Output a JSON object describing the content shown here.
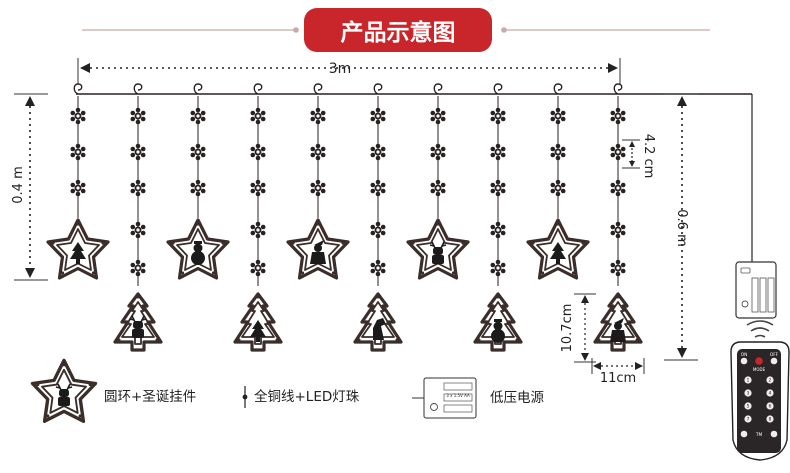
{
  "title": "产品示意图",
  "dimensions": {
    "width": "3m",
    "drop_long": "0.6 m",
    "drop_short": "0.4 m",
    "bead_spacing": "4.2 cm",
    "ornament_height": "10.7cm",
    "ornament_width": "11cm"
  },
  "legend": {
    "ornament": "圆环+圣诞挂件",
    "wire": "全铜线+LED灯珠",
    "power": "低压电源"
  },
  "battery": {
    "label": "3 x 1.5V AA"
  },
  "remote": {
    "on": "ON",
    "off": "OFF",
    "mode": "MODE",
    "tm": "TM",
    "buttons": [
      "1",
      "2",
      "3",
      "4",
      "5",
      "6",
      "7",
      "8"
    ]
  },
  "colors": {
    "accent": "#c8262a",
    "line": "#888888",
    "ink": "#1c1a1a",
    "ring": "#3a2d2a",
    "divider": "#c9a9a9"
  }
}
